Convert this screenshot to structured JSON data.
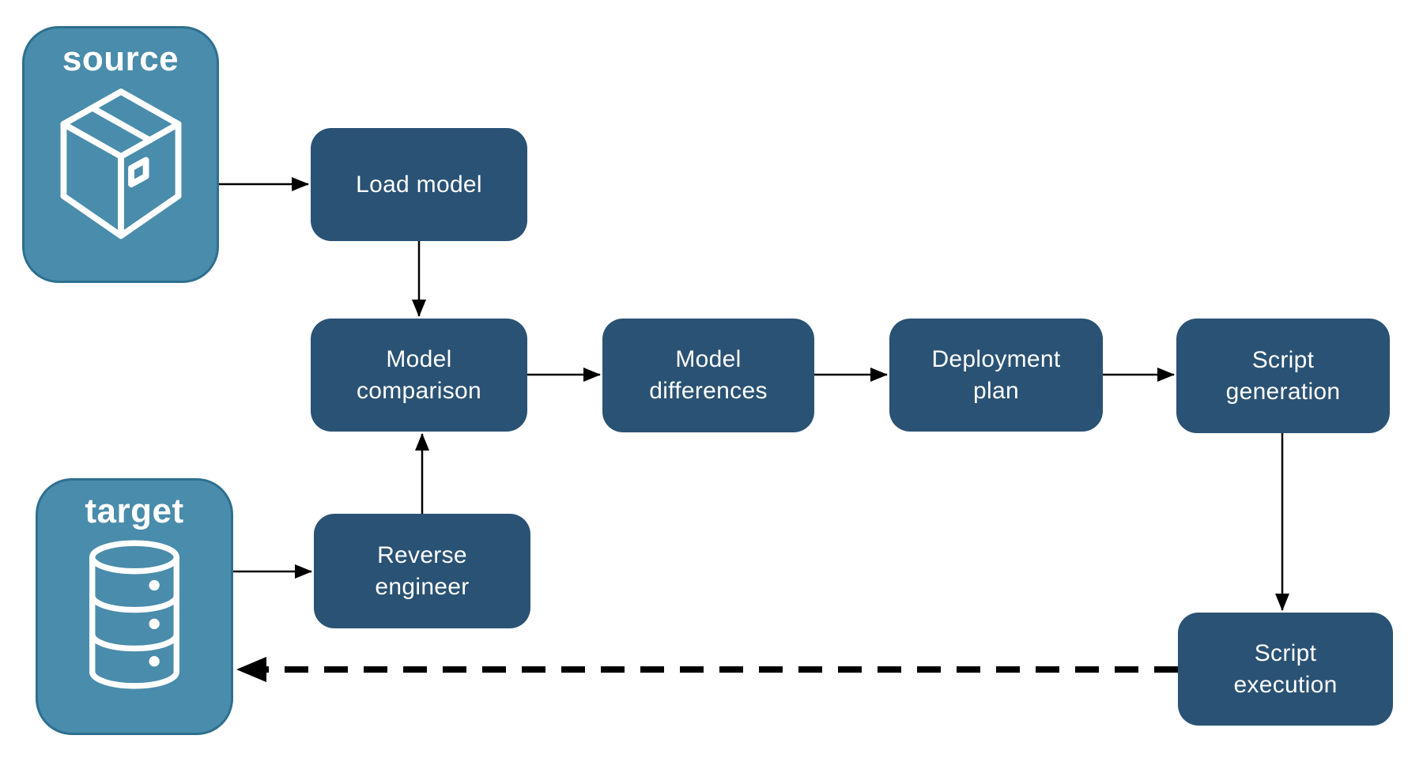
{
  "diagram": {
    "endpoints": {
      "source": {
        "label": "source",
        "icon": "package-icon"
      },
      "target": {
        "label": "target",
        "icon": "database-icon"
      }
    },
    "nodes": {
      "load_model": {
        "label": "Load model"
      },
      "model_comparison": {
        "label": "Model\ncomparison"
      },
      "model_differences": {
        "label": "Model\ndifferences"
      },
      "deployment_plan": {
        "label": "Deployment\nplan"
      },
      "script_generation": {
        "label": "Script\ngeneration"
      },
      "reverse_engineer": {
        "label": "Reverse\nengineer"
      },
      "script_execution": {
        "label": "Script\nexecution"
      }
    },
    "edges": [
      {
        "from": "source",
        "to": "load_model",
        "style": "solid"
      },
      {
        "from": "load_model",
        "to": "model_comparison",
        "style": "solid"
      },
      {
        "from": "model_comparison",
        "to": "model_differences",
        "style": "solid"
      },
      {
        "from": "model_differences",
        "to": "deployment_plan",
        "style": "solid"
      },
      {
        "from": "deployment_plan",
        "to": "script_generation",
        "style": "solid"
      },
      {
        "from": "script_generation",
        "to": "script_execution",
        "style": "solid"
      },
      {
        "from": "target",
        "to": "reverse_engineer",
        "style": "solid"
      },
      {
        "from": "reverse_engineer",
        "to": "model_comparison",
        "style": "solid"
      },
      {
        "from": "script_execution",
        "to": "target",
        "style": "dashed"
      }
    ],
    "colors": {
      "node_fill": "#2A5274",
      "endpoint_fill": "#4A8CAB",
      "endpoint_border": "#2F6F8F",
      "arrow_color": "#000000",
      "label_text": "#FFFFFF"
    }
  }
}
